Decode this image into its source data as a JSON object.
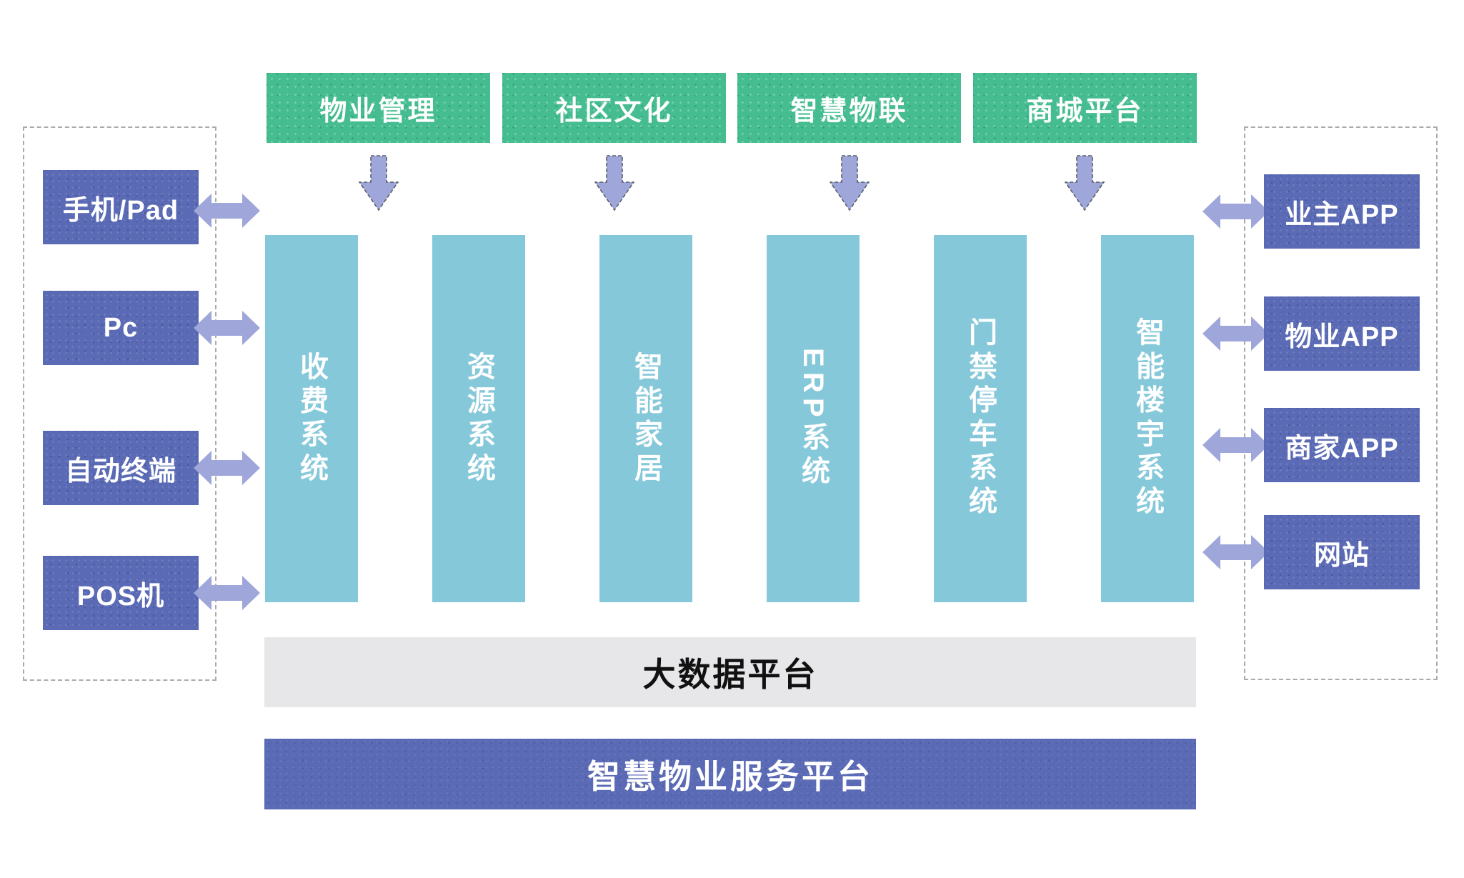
{
  "top_modules": [
    {
      "label": "物业管理"
    },
    {
      "label": "社区文化"
    },
    {
      "label": "智慧物联"
    },
    {
      "label": "商城平台"
    }
  ],
  "devices": [
    {
      "label": "手机/Pad"
    },
    {
      "label": "Pc"
    },
    {
      "label": "自动终端"
    },
    {
      "label": "POS机"
    }
  ],
  "systems": [
    {
      "label": "收费系统"
    },
    {
      "label": "资源系统"
    },
    {
      "label": "智能家居"
    },
    {
      "label": "ERP系统"
    },
    {
      "label": "门禁停车系统"
    },
    {
      "label": "智能楼宇系统"
    }
  ],
  "apps": [
    {
      "label": "业主APP"
    },
    {
      "label": "物业APP"
    },
    {
      "label": "商家APP"
    },
    {
      "label": "网站"
    }
  ],
  "platforms": {
    "big_data": "大数据平台",
    "service": "智慧物业服务平台"
  },
  "icons": {
    "down_arrow": "down-arrow",
    "double_arrow": "left-right-arrow"
  },
  "colors": {
    "module-green": "#45BD90",
    "box-purple": "#5A6AB5",
    "system-teal": "#85C8DA",
    "arrow-purple": "#9FA6DA",
    "arrow-outline": "#596066",
    "bar-gray": "#E7E6E8",
    "dashed-border": "#ABABAB",
    "text-light": "#FFFFFF",
    "text-dark": "#111111"
  }
}
